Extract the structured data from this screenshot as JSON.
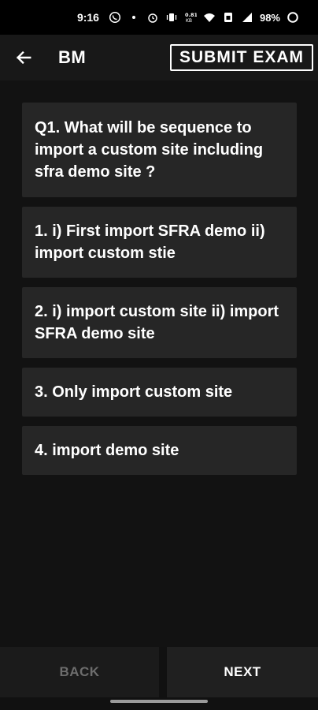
{
  "status_bar": {
    "time": "9:16",
    "battery": "98%",
    "icons": [
      "whatsapp-icon",
      "dot-icon",
      "alarm-icon",
      "vibrate-icon",
      "data-speed-icon",
      "wifi-icon",
      "sim-icon",
      "signal-icon",
      "battery-icon"
    ],
    "data_speed": "0.81"
  },
  "app_bar": {
    "title": "BM",
    "submit_label": "SUBMIT EXAM"
  },
  "question": {
    "text": "Q1. What will be sequence to import a custom site including sfra demo site ?"
  },
  "options": [
    {
      "label": "1. i) First import SFRA demo ii) import custom stie"
    },
    {
      "label": "2. i) import custom site ii) import SFRA demo site"
    },
    {
      "label": "3. Only import custom site"
    },
    {
      "label": "4. import demo site"
    }
  ],
  "navigation": {
    "back_label": "BACK",
    "next_label": "NEXT"
  },
  "colors": {
    "background": "#121212",
    "card": "#262626",
    "disabled_text": "#6d6d6d",
    "text": "#ffffff"
  }
}
